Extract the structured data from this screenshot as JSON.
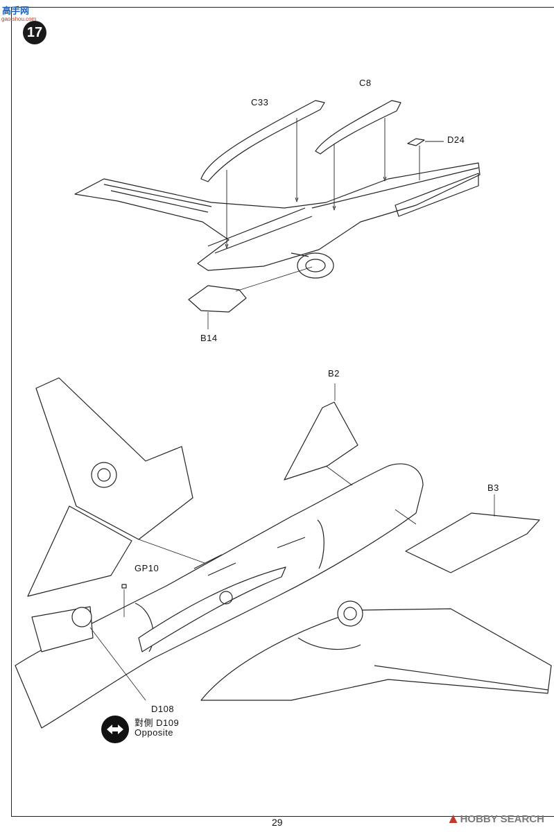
{
  "watermark": {
    "text": "高手网",
    "url": "gao.shou.com"
  },
  "step_number": "17",
  "part_labels": {
    "c33": "C33",
    "c8": "C8",
    "d24": "D24",
    "b14": "B14",
    "b2": "B2",
    "b3": "B3",
    "gp10": "GP10",
    "d108": "D108",
    "d109": "對側 D109",
    "opposite": "Opposite"
  },
  "page_number": "29",
  "footer_brand": "HOBBY SEARCH",
  "icons": [
    "swap-arrows-icon"
  ],
  "colors": {
    "line": "#222222",
    "background": "#ffffff"
  }
}
